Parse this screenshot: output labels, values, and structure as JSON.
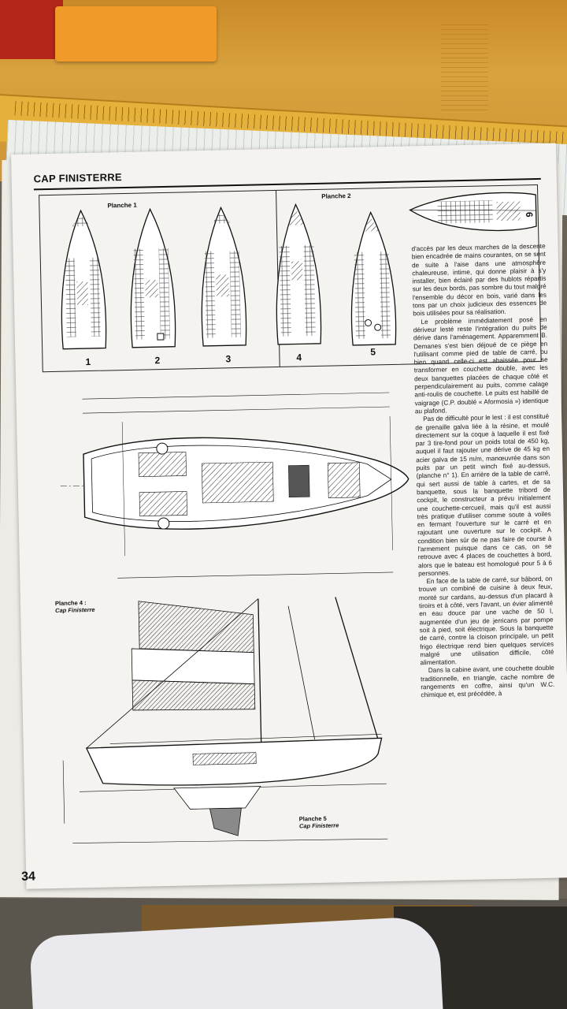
{
  "page": {
    "header_title": "CAP FINISTERRE",
    "page_number": "34"
  },
  "plates": {
    "plate1_label": "Planche 1",
    "plate2_label": "Planche 2",
    "hull_numbers": [
      "1",
      "2",
      "3",
      "4",
      "5"
    ],
    "side_index": "6"
  },
  "plan4": {
    "label": "Planche 4 :",
    "sublabel": "Cap Finisterre"
  },
  "plan5": {
    "label": "Planche 5",
    "sublabel": "Cap Finisterre"
  },
  "article": {
    "paragraphs": [
      "d'accès par les deux marches de la descente bien encadrée de mains courantes, on se sent de suite à l'aise dans une atmosphère chaleureuse, intime, qui donne plaisir à s'y installer, bien éclairé par des hublots répartis sur les deux bords, pas sombre du tout malgré l'ensemble du décor en bois, varié dans les tons par un choix judicieux des essences de bois utilisées pour sa réalisation.",
      "Le problème immédiatement posé en dériveur lesté reste l'intégration du puits de dérive dans l'aménagement. Apparemment B. Demanes s'est bien déjoué de ce piège en l'utilisant comme pied de table de carré, ou bien quand celle-ci est abaissée pour se transformer en couchette double, avec les deux banquettes placées de chaque côté et perpendiculairement au puits, comme calage anti-roulis de couchette. Le puits est habillé de vaigrage (C.P. doublé « Aformosia ») identique au plafond.",
      "Pas de difficulté pour le lest : il est constitué de grenaille galva liée à la résine, et moulé directement sur la coque à laquelle il est fixé par 3 tire-fond pour un poids total de 450 kg, auquel il faut rajouter une dérive de 45 kg en acier galva de 15 m/m, manœuvrée dans son puits par un petit winch fixé au-dessus, (planche n° 1). En arrière de la table de carré, qui sert aussi de table à cartes, et de sa banquette, sous la banquette tribord de cockpit, le constructeur a prévu initialement une couchette-cercueil, mais qu'il est aussi très pratique d'utiliser comme soute à voiles en fermant l'ouverture sur le carré et en rajoutant une ouverture sur le cockpit. A condition bien sûr de ne pas faire de course à l'armement puisque dans ce cas, on se retrouve avec 4 places de couchettes à bord, alors que le bateau est homologué pour 5 à 6 personnes.",
      "En face de la table de carré, sur bâbord, on trouve un combiné de cuisine à deux feux, monté sur cardans, au-dessus d'un placard à tiroirs et à côté, vers l'avant, un évier alimenté en eau douce par une vache de 50 l, augmentée d'un jeu de jerricans par pompe soit à pied, soit électrique. Sous la banquette de carré, contre la cloison principale, un petit frigo électrique rend bien quelques services malgré une utilisation difficile, côté alimentation.",
      "Dans la cabine avant, une couchette double traditionnelle, en triangle, cache nombre de rangements en coffre, ainsi qu'un W.C. chimique et, est précédée, à"
    ]
  }
}
